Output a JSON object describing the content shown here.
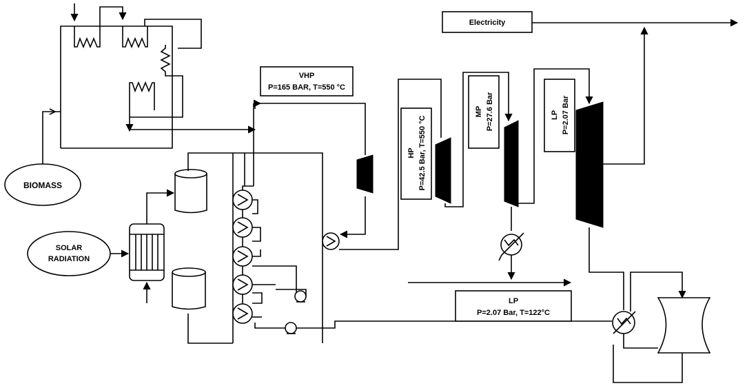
{
  "labels": {
    "electricity": "Electricity",
    "biomass": "BIOMASS",
    "solar_line1": "SOLAR",
    "solar_line2": "RADIATION",
    "vhp_title": "VHP",
    "vhp_detail": "P=165 BAR, T=550 °C",
    "hp_title": "HP",
    "hp_detail": "P=42.5 Bar, T=550 °C",
    "mp_title": "MP",
    "mp_detail": "P=27.6 Bar",
    "lp_title": "LP",
    "lp_detail": "P=2.07 Bar",
    "lp_bottom_title": "LP",
    "lp_bottom_detail": "P=2.07 Bar, T=122°C"
  }
}
